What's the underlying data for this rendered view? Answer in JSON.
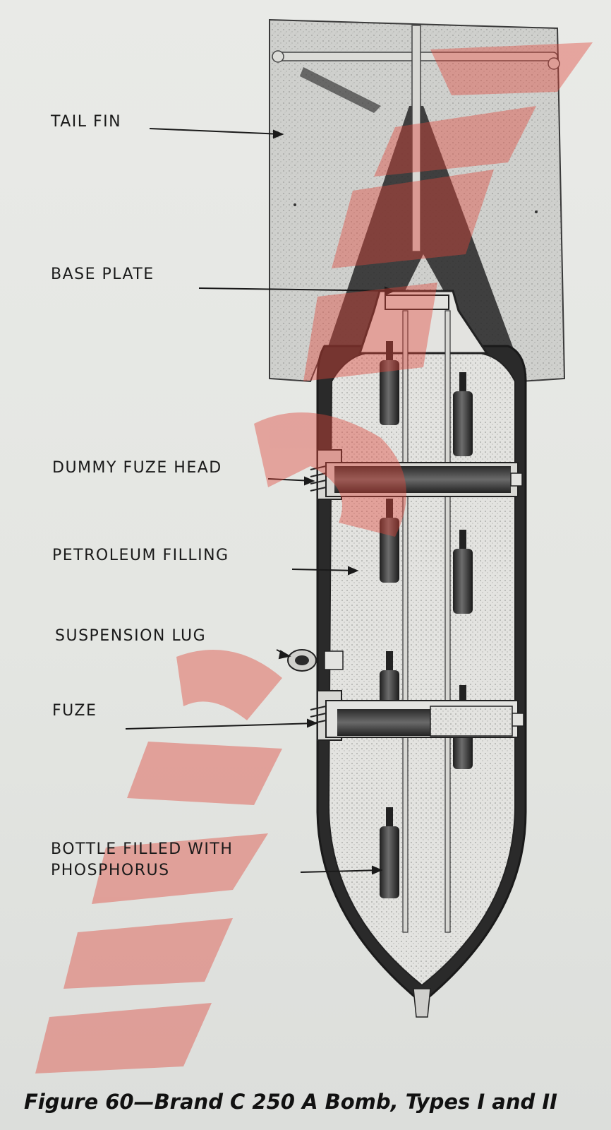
{
  "labels": {
    "tail_fin": "TAIL FIN",
    "base_plate": "BASE PLATE",
    "dummy_fuze_head": "DUMMY FUZE HEAD",
    "petroleum_filling": "PETROLEUM FILLING",
    "suspension_lug": "SUSPENSION LUG",
    "fuze": "FUZE",
    "bottle_filled": {
      "line1": "BOTTLE FILLED WITH",
      "line2": "PHOSPHORUS"
    }
  },
  "caption": "Figure 60—Brand C 250 A Bomb, Types I and II",
  "colors": {
    "paper": "#e7e8e5",
    "ink": "#1a1a1a",
    "watermark": "#e0453a"
  }
}
